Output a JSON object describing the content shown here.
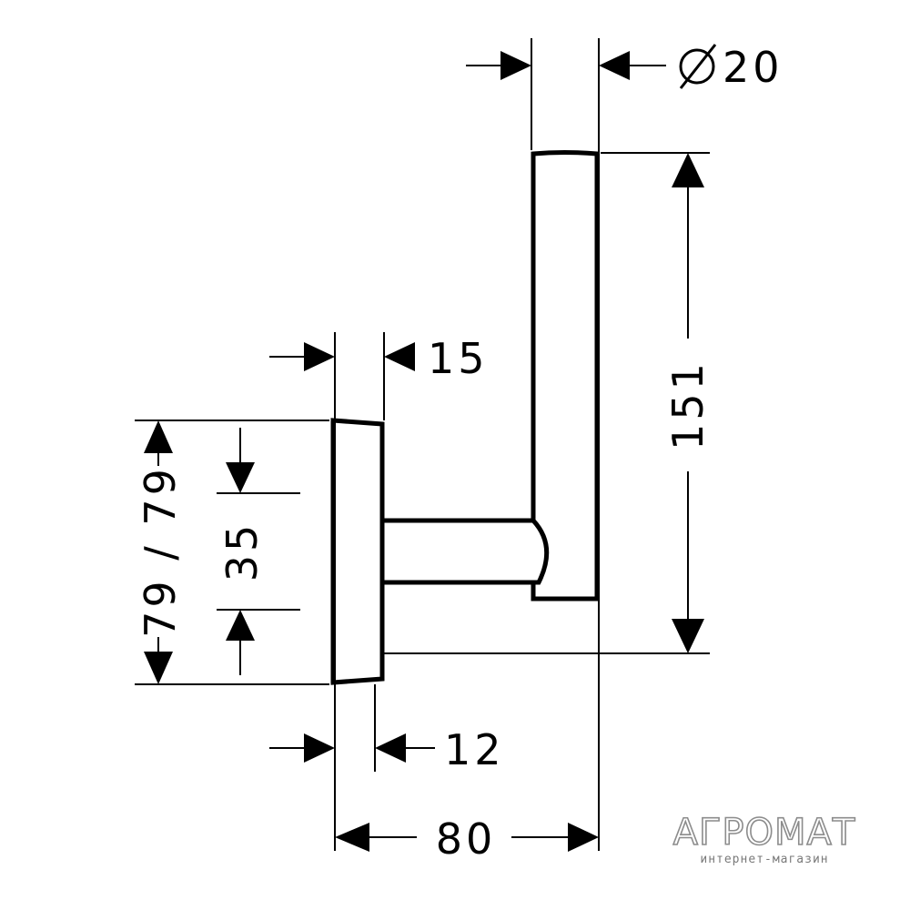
{
  "dimensions": {
    "pipe_diameter": "20",
    "total_height": "151",
    "plate_thickness_top": "15",
    "plate_thickness_bottom": "12",
    "plate_height": "79 / 79",
    "mount_spacing": "35",
    "total_depth": "80"
  },
  "watermark": {
    "brand": "АГРОМАТ",
    "tagline": "интернет-магазин"
  }
}
